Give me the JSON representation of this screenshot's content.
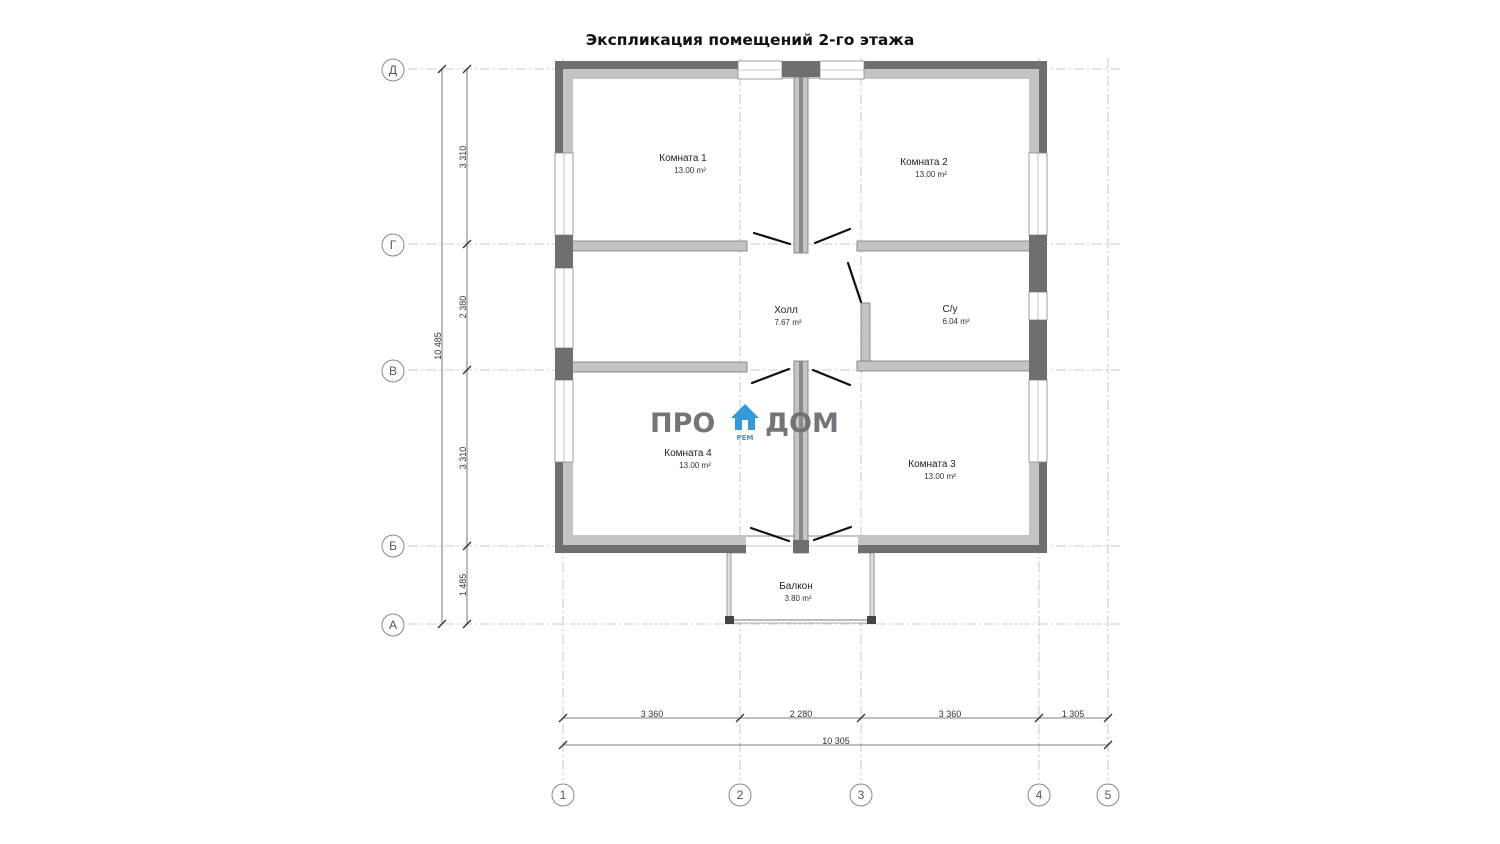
{
  "title": "Экспликация помещений 2-го этажа",
  "axes": {
    "rows": [
      "Д",
      "Г",
      "В",
      "Б",
      "А"
    ],
    "cols": [
      "1",
      "2",
      "3",
      "4",
      "5"
    ]
  },
  "dimensions": {
    "left_segments": [
      "3 310",
      "2 380",
      "3 310",
      "1 485"
    ],
    "left_total": "10 485",
    "bottom_segments": [
      "3 360",
      "2 280",
      "3 360",
      "1 305"
    ],
    "bottom_total": "10 305"
  },
  "rooms": [
    {
      "name": "Комната 1",
      "area": "13.00 m²"
    },
    {
      "name": "Комната 2",
      "area": "13.00 m²"
    },
    {
      "name": "Холл",
      "area": "7.67 m²"
    },
    {
      "name": "С/у",
      "area": "6.04 m²"
    },
    {
      "name": "Комната 4",
      "area": "13.00 m²"
    },
    {
      "name": "Комната 3",
      "area": "13.00 m²"
    },
    {
      "name": "Балкон",
      "area": "3.80 m²"
    }
  ],
  "logo": {
    "left": "ПРО",
    "right": "ДОМ",
    "small": "РЕМ",
    "icon": "house-icon"
  },
  "colors": {
    "wall_dark": "#6f6f6f",
    "wall_light": "#c4c4c4",
    "logo_blue": "#2b95d6",
    "logo_gray": "#6d6e71"
  }
}
